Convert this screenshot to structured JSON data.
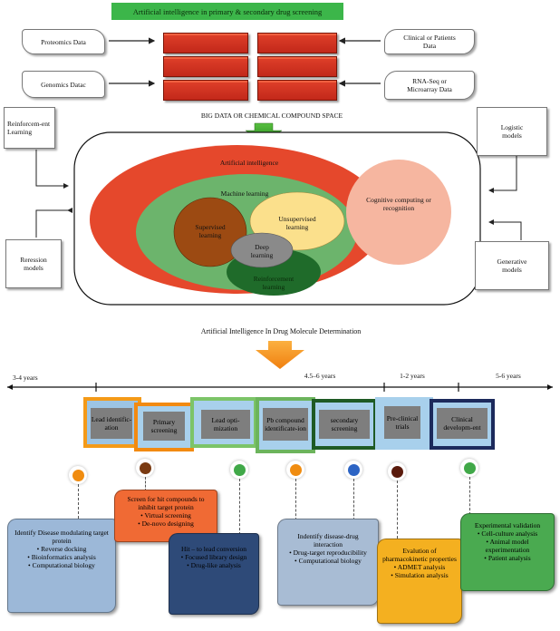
{
  "top_banner": {
    "title": "Artificial intelligence in primary & secondary drug screening"
  },
  "data_sources": {
    "left": [
      "Proteomics Data",
      "Genomics Datac"
    ],
    "right": [
      "Clinical or Patients Data",
      "RNA-Seq or Microarray Data"
    ]
  },
  "big_data_label": "BIG DATA OR CHEMICAL COMPOUND SPACE",
  "models": {
    "left_top": "Reinforcem-ent Learning",
    "left_bottom": "Reression models",
    "right_top": "Logistic models",
    "right_bottom": "Generative models"
  },
  "ai_diagram": {
    "artificial_intelligence": "Artificial intelligence",
    "machine_learning": "Machine learning",
    "supervised": "Supervised learning",
    "unsupervised": "Unsupervised learning",
    "deep": "Deep learning",
    "reinforcement": "Reinforcement learning",
    "cognitive": "Cognitive computing or recognition"
  },
  "section2_title": "Artificial Intelligence In Drug Molecule Determination",
  "timeline": [
    "3-4 years",
    "4.5–6 years",
    "1-2 years",
    "5-6 years"
  ],
  "stages": [
    "Lead identific-ation",
    "Primary screening",
    "Lead opti-mization",
    "Pb compound identificate-ion",
    "secondary screening",
    "Pre-clinical trials",
    "Clinical developm-ent"
  ],
  "colors": {
    "banner": "#3cb64a",
    "ai_outer": "#e5482c",
    "ml": "#6cb46c",
    "supervised": "#9c4a12",
    "unsupervised": "#fbe08c",
    "deep": "#8a8a8a",
    "reinforcement": "#1f6b2a",
    "cognitive": "#f6b6a0",
    "arrow": "#f4a024",
    "dot_colors": [
      "#f08c10",
      "#7a3a12",
      "#40a848",
      "#f08c10",
      "#2c64c4",
      "#5a1a0c",
      "#40a848"
    ]
  },
  "details": {
    "lead_identification": {
      "title": "Identify Disease modulating target protein",
      "items": [
        "Reverse docking",
        "Bioinformatics analysis",
        "Computational biology"
      ]
    },
    "primary_screening": {
      "title": "Screen for hit compounds to inhibit target protein",
      "items": [
        "Virtual screening",
        "De-novo designing"
      ]
    },
    "lead_optimization": {
      "title": "Hit – to lead conversion",
      "items": [
        "Focused library design",
        "Drug-like analysis"
      ]
    },
    "secondary_screening": {
      "title": "Indentify disease-drug interaction",
      "items": [
        "Drug-target reproducibility",
        "Computational biology"
      ]
    },
    "preclinical": {
      "title": "Evalution of pharmacokinetic properties",
      "items": [
        "ADMET analysis",
        "Simulation analysis"
      ]
    },
    "clinical": {
      "title": "Experimental validation",
      "items": [
        "Cell-culture analysis",
        "Animal model experimentation",
        "Patient analysis"
      ]
    }
  }
}
